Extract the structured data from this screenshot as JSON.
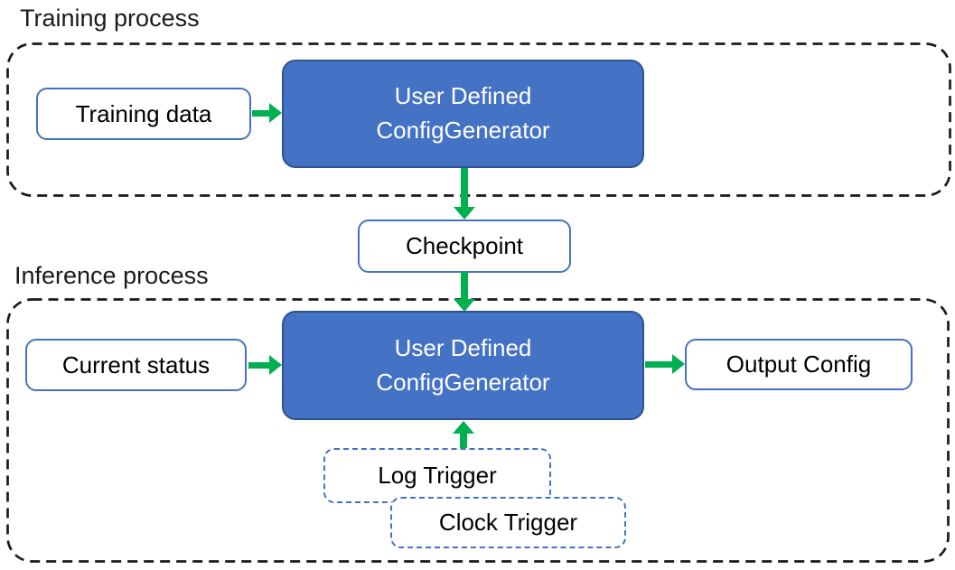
{
  "diagram": {
    "training_section": {
      "label": "Training process",
      "training_data": {
        "label": "Training data"
      },
      "generator": {
        "line1": "User Defined",
        "line2": "ConfigGenerator"
      }
    },
    "checkpoint": {
      "label": "Checkpoint"
    },
    "inference_section": {
      "label": "Inference process",
      "current_status": {
        "label": "Current status"
      },
      "generator": {
        "line1": "User Defined",
        "line2": "ConfigGenerator"
      },
      "output_config": {
        "label": "Output Config"
      },
      "log_trigger": {
        "label": "Log Trigger"
      },
      "clock_trigger": {
        "label": "Clock Trigger"
      }
    },
    "colors": {
      "node_fill": "#4472C4",
      "node_border": "#2F528F",
      "light_box_border": "#4472C4",
      "trigger_box_border_dashed": "#4472C4",
      "arrow_green": "#00B050",
      "container_dashed_border": "#1a1a1a",
      "node_text": "#ffffff",
      "label_text": "#000000"
    }
  }
}
